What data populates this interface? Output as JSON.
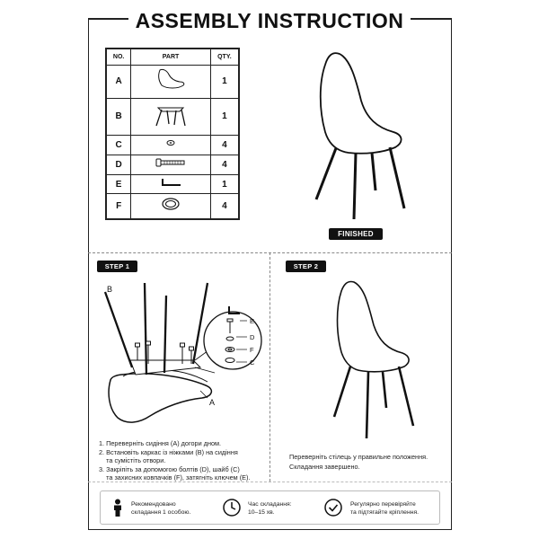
{
  "title": "ASSEMBLY INSTRUCTION",
  "parts_table": {
    "headers": [
      "NO.",
      "PART",
      "QTY."
    ],
    "rows": [
      {
        "no": "A",
        "qty": "1",
        "icon": "seat-shell-icon"
      },
      {
        "no": "B",
        "qty": "1",
        "icon": "leg-frame-icon"
      },
      {
        "no": "C",
        "qty": "4",
        "icon": "washer-icon"
      },
      {
        "no": "D",
        "qty": "4",
        "icon": "bolt-icon"
      },
      {
        "no": "E",
        "qty": "1",
        "icon": "allen-key-icon"
      },
      {
        "no": "F",
        "qty": "4",
        "icon": "cap-ring-icon"
      }
    ]
  },
  "finished_label": "FINISHED",
  "step1": {
    "badge": "STEP 1",
    "label_b": "B",
    "label_a": "A",
    "callouts": [
      "E",
      "D",
      "F",
      "C"
    ],
    "instructions": [
      "1. Переверніть сидіння (А) догори дном.",
      "2. Встановіть каркас із ніжками (B) на сидіння",
      "    та сумістіть отвори.",
      "3. Закріпіть за допомогою болтів (D), шайб (C)",
      "    та захисних ковпачків (F), затягніть ключем (E)."
    ]
  },
  "step2": {
    "badge": "STEP 2",
    "instructions": [
      "Переверніть стілець у правильне положення.",
      "Складання завершено."
    ]
  },
  "footer": {
    "items": [
      {
        "icon": "person-icon",
        "lines": [
          "Рекомендовано",
          "складання 1 особою."
        ]
      },
      {
        "icon": "clock-icon",
        "lines": [
          "Час складання:",
          "10–15 хв."
        ]
      },
      {
        "icon": "check-circle-icon",
        "lines": [
          "Регулярно перевіряйте",
          "та підтягайте кріплення."
        ]
      }
    ]
  }
}
